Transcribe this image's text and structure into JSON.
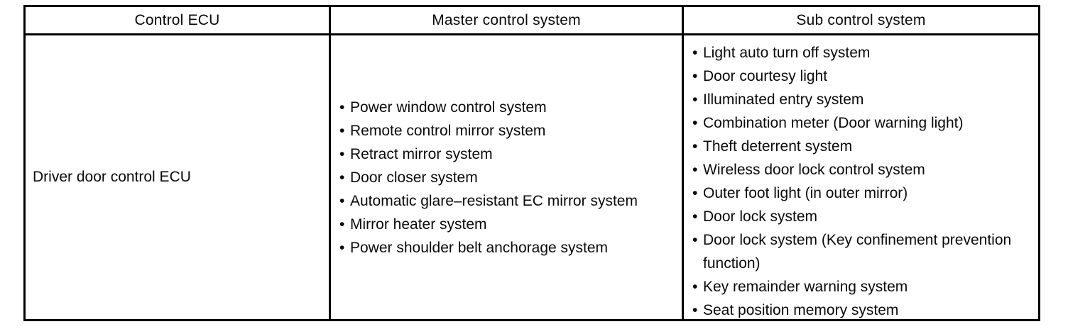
{
  "page": {
    "background_color": "#ffffff",
    "border_color": "#000000",
    "text_color": "#0a0a0a"
  },
  "table": {
    "headers": [
      "Control ECU",
      "Master control system",
      "Sub control system"
    ],
    "bullet_glyph": "•",
    "row": {
      "control_ecu": "Driver door control ECU",
      "master_control_systems": [
        "Power window control system",
        "Remote control mirror system",
        "Retract mirror system",
        "Door closer system",
        "Automatic glare–resistant EC mirror system",
        "Mirror heater system",
        "Power shoulder belt anchorage system"
      ],
      "sub_control_systems": [
        "Light auto turn off system",
        "Door courtesy light",
        "Illuminated entry system",
        "Combination meter (Door warning light)",
        "Theft deterrent system",
        "Wireless door lock control system",
        "Outer foot light (in outer mirror)",
        "Door lock system",
        "Door lock system (Key confinement prevention function)",
        "Key remainder warning system",
        "Seat position memory system"
      ]
    }
  }
}
